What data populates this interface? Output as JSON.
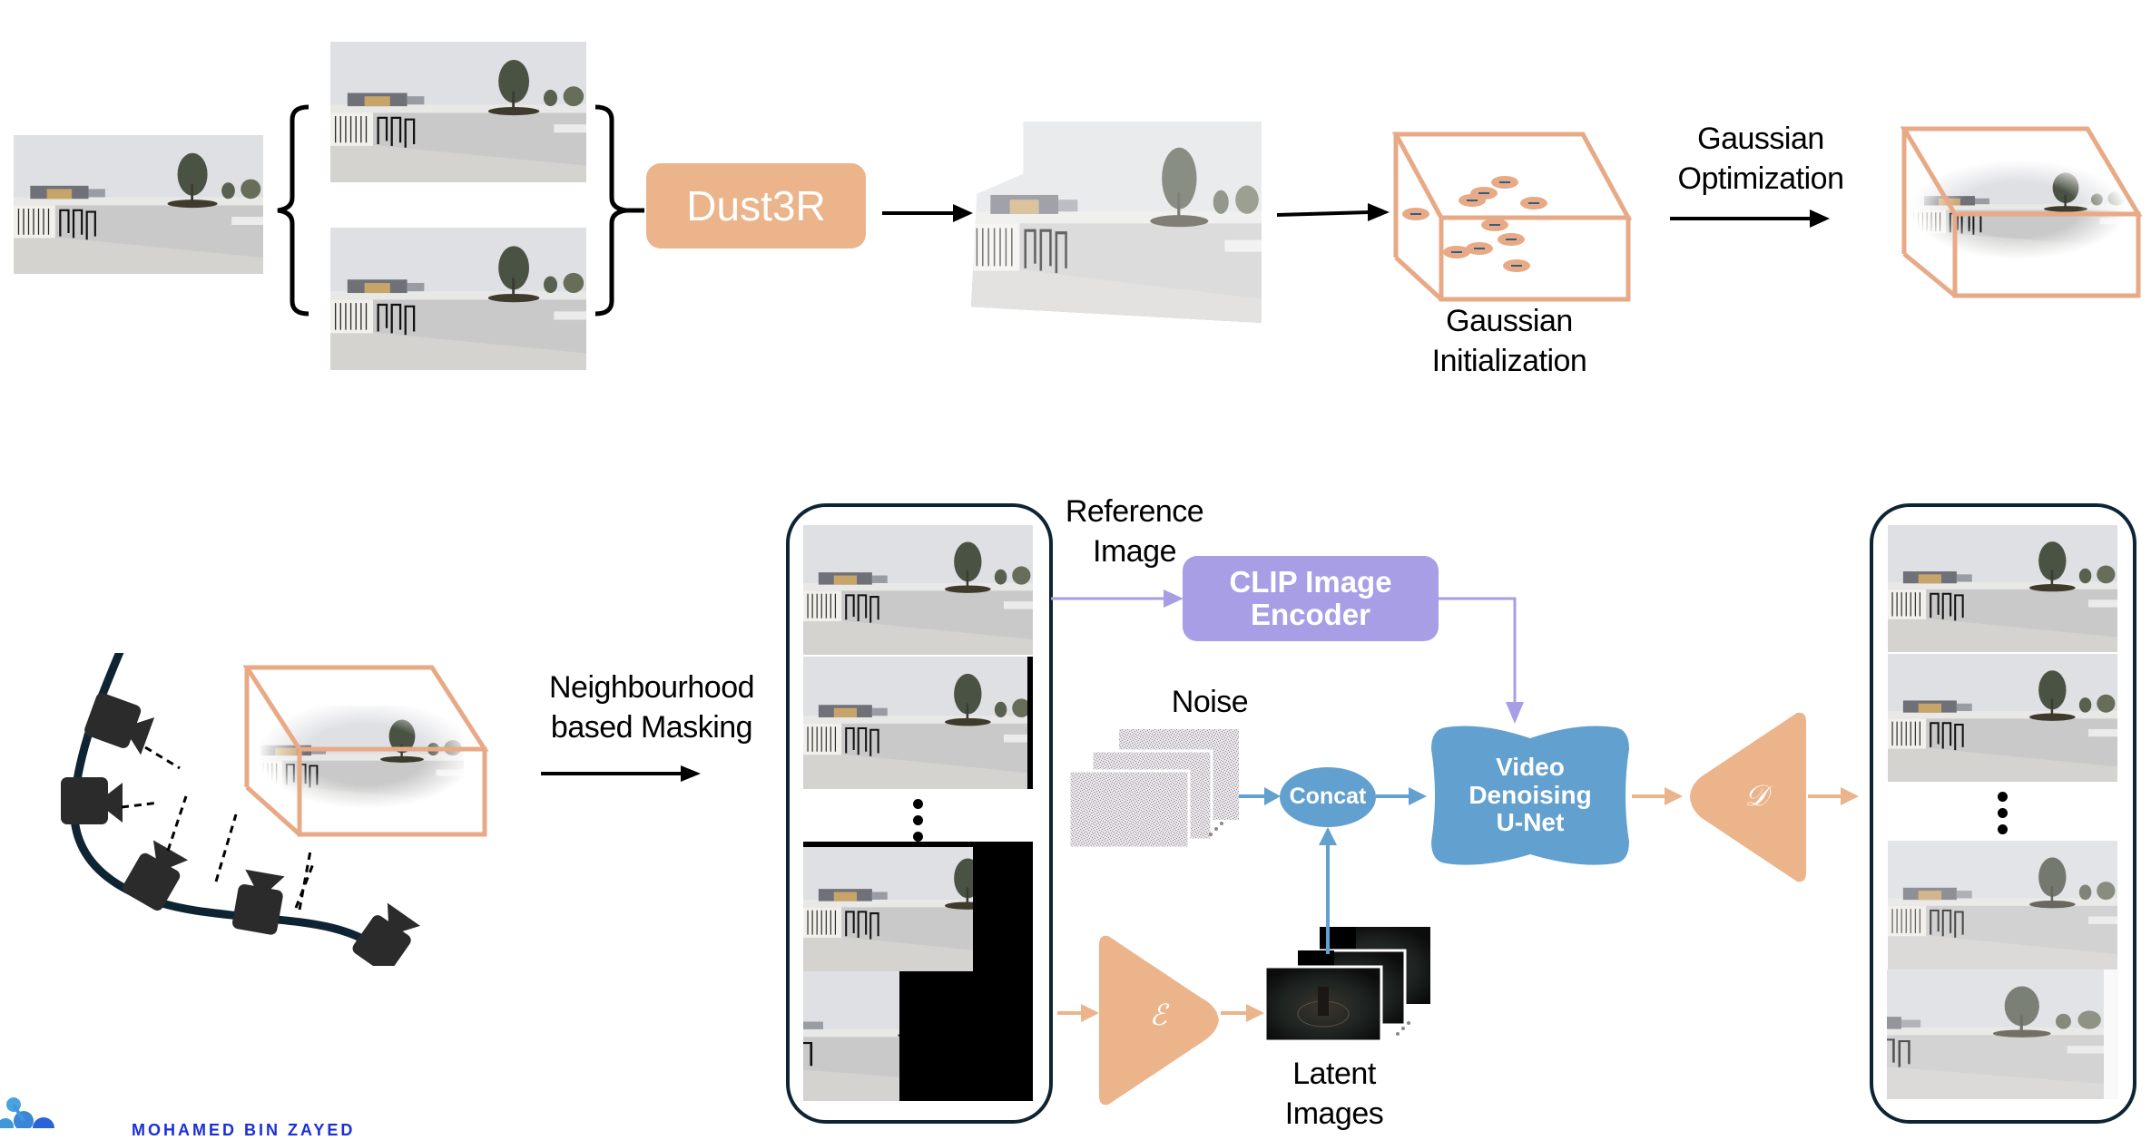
{
  "diagram": {
    "top_pipeline": {
      "input_image_label": "",
      "dust3r_label": "Dust3R",
      "init_label_line1": "Gaussian",
      "init_label_line2": "Initialization",
      "optimization_label_line1": "Gaussian",
      "optimization_label_line2": "Optimization"
    },
    "bottom_pipeline": {
      "masking_label_line1": "Neighbourhood",
      "masking_label_line2": "based Masking",
      "reference_label_line1": "Reference",
      "reference_label_line2": "Image",
      "clip_label_line1": "CLIP Image",
      "clip_label_line2": "Encoder",
      "noise_label": "Noise",
      "concat_label": "Concat",
      "unet_label_line1": "Video",
      "unet_label_line2": "Denoising",
      "unet_label_line3": "U-Net",
      "decoder_symbol": "𝒟",
      "encoder_symbol": "ℰ",
      "latent_label_line1": "Latent",
      "latent_label_line2": "Images"
    },
    "footer": {
      "logo_text": "MOHAMED BIN ZAYED"
    },
    "colors": {
      "orange": "#ebb48b",
      "purple": "#a89ee6",
      "blue": "#62a0cf",
      "dark_navy": "#0f2433"
    }
  }
}
